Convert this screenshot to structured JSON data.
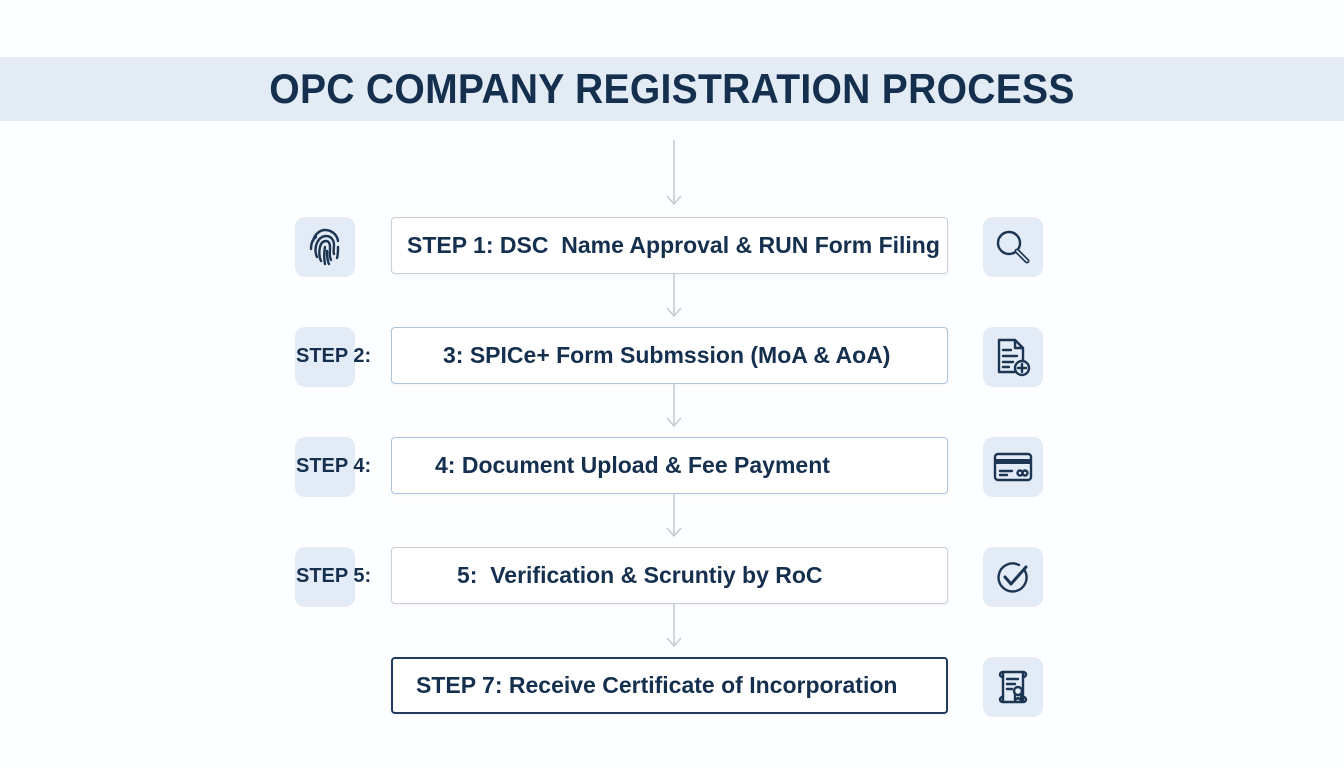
{
  "title": "OPC COMPANY REGISTRATION PROCESS",
  "colors": {
    "title_band": "#e3ebf5",
    "text_primary": "#15304f",
    "tile_bg": "#e3ebf6",
    "box_border_gray": "#c9cfd6",
    "box_border_blue": "#a9c5df",
    "box_border_dark": "#1f3c5c",
    "arrow": "#c8ccd2"
  },
  "steps": [
    {
      "text": "STEP 1: DSC  Name Approval & RUN Form Filing",
      "left_icon": "fingerprint-icon",
      "left_label": null,
      "right_icon": "magnifier-search-icon"
    },
    {
      "text": "3: SPICe+ Form Submssion (MoA & AoA)",
      "left_icon": null,
      "left_label": "STEP 2:",
      "right_icon": "document-add-icon"
    },
    {
      "text": "4: Document Upload & Fee Payment",
      "left_icon": null,
      "left_label": "STEP 4:",
      "right_icon": "credit-card-icon"
    },
    {
      "text": "5:  Verification & Scruntiy by RoC",
      "left_icon": null,
      "left_label": "STEP 5:",
      "right_icon": "check-circle-icon"
    },
    {
      "text": "STEP 7: Receive Certificate of Incorporation",
      "left_icon": null,
      "left_label": null,
      "right_icon": "certificate-scroll-icon"
    }
  ]
}
